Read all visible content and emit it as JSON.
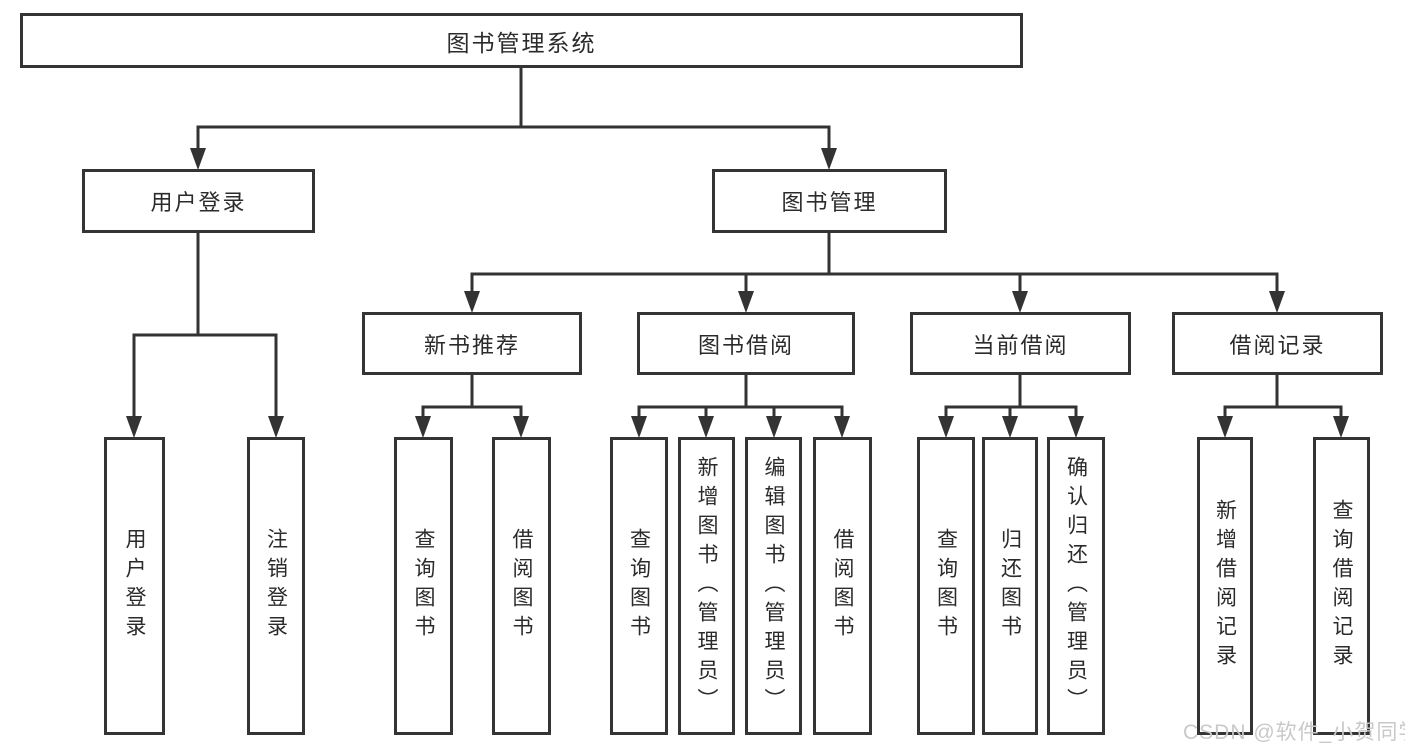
{
  "colors": {
    "line": "#333333",
    "border": "#343434",
    "box_fill": "#ffffff",
    "text": "#2b2b2b",
    "watermark": "#c9c9c9",
    "background": "#ffffff"
  },
  "watermark": {
    "text": "CSDN @软件_小贺同学"
  },
  "diagram": {
    "root": {
      "label": "图书管理系统"
    },
    "user_login": {
      "label": "用户登录",
      "children": [
        {
          "label": "用户登录"
        },
        {
          "label": "注销登录"
        }
      ]
    },
    "book_management": {
      "label": "图书管理",
      "sections": [
        {
          "label": "新书推荐",
          "children": [
            {
              "label": "查询图书"
            },
            {
              "label": "借阅图书"
            }
          ]
        },
        {
          "label": "图书借阅",
          "children": [
            {
              "label": "查询图书"
            },
            {
              "label": "新增图书（管理员）"
            },
            {
              "label": "编辑图书（管理员）"
            },
            {
              "label": "借阅图书"
            }
          ]
        },
        {
          "label": "当前借阅",
          "children": [
            {
              "label": "查询图书"
            },
            {
              "label": "归还图书"
            },
            {
              "label": "确认归还（管理员）"
            }
          ]
        },
        {
          "label": "借阅记录",
          "children": [
            {
              "label": "新增借阅记录"
            },
            {
              "label": "查询借阅记录"
            }
          ]
        }
      ]
    }
  }
}
